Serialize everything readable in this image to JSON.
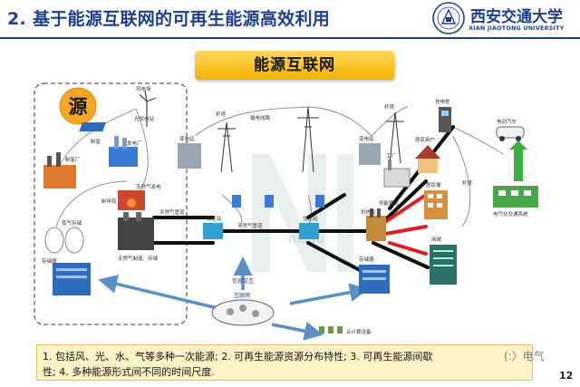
{
  "header": {
    "title": "2. 基于能源互联网的可再生能源高效利用",
    "logo_cn": "西安交通大学",
    "logo_en": "XIAN JIAOTONG UNIVERSITY"
  },
  "banner": {
    "title": "能源互联网"
  },
  "source": {
    "char": "源"
  },
  "labels": {
    "wind_power": "风电场",
    "pv_power": "光伏电站",
    "power_plant": "发电厂",
    "hydrogen_plant": "制氢厂",
    "hydrogen_making": "制氢",
    "methane_making": "制甲烷",
    "gas_storage": "蒸气存储",
    "storage": "存储器",
    "gas_power": "天然气发电",
    "gas_production": "天然气制造、存储",
    "gas_pipeline1": "天然气管道",
    "gas_pipeline2": "天然气管道",
    "pressurizing1": "加压站",
    "pressurizing2": "加压站",
    "substation1": "变电站",
    "substation2": "变电站",
    "transmission_line": "输电线路",
    "pole1": "杆塔",
    "pole2": "杆塔",
    "pole3": "杆塔",
    "charging_pile": "充电桩",
    "ev": "电动汽车",
    "residential": "居民用户",
    "factory": "工厂",
    "supply_pipe": "供能管道",
    "residential_building": "居民楼",
    "heating": "供热站",
    "commercial": "商城",
    "storage2": "存储器",
    "ev_system": "电气化交通系统",
    "info_exchange": "信息交互",
    "internet": "互联网",
    "cloud": "云计算设备",
    "watermark": "niudu"
  },
  "caption": {
    "line1": "1. 包括风、光、水、气等多种一次能源; 2. 可再生能源资源分布特性; 3. 可再生能源间歇",
    "line2": "性; 4. 多种能源形式间不同的时间尺度."
  },
  "footer": {
    "watermark": "(:〉电气",
    "page": "12"
  },
  "colors": {
    "brand": "#1f3f8f",
    "banner": "#f4b400",
    "source_circle": "#f5a623",
    "power_line": "#111111",
    "heat_line": "#e02020",
    "info_arrow": "#5b8fc7",
    "caption_bg": "#fff4c8"
  }
}
